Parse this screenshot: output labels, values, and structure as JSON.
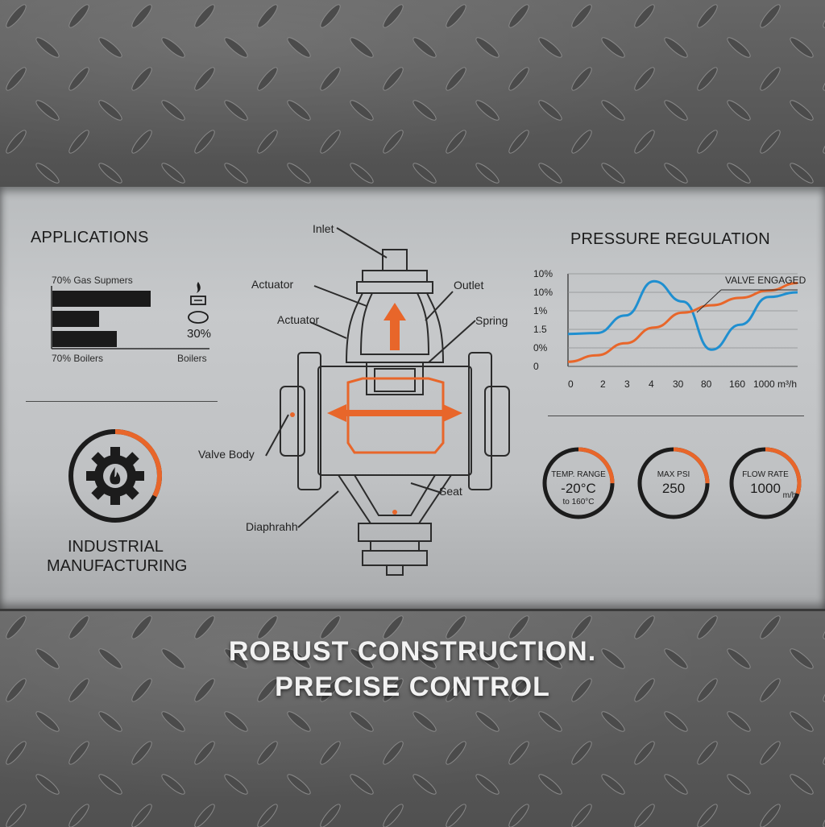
{
  "applications": {
    "title": "APPLICATIONS",
    "bar_top_label": "70% Gas Supmers",
    "bar_bottom_label": "70% Boilers",
    "percent": "30%",
    "boilers_label": "Boilers",
    "industry_line1": "INDUSTRIAL",
    "industry_line2": "MANUFACTURING"
  },
  "diagram": {
    "labels": {
      "inlet": "Inlet",
      "actuator1": "Actuator",
      "actuator2": "Actuator",
      "outlet": "Outlet",
      "spring": "Spring",
      "valve_body": "Valve Body",
      "seat": "Seat",
      "diaphragm": "Diaphrahh"
    },
    "colors": {
      "accent": "#e8662a",
      "line": "#2b2b2b"
    }
  },
  "pressure": {
    "title": "PRESSURE REGULATION",
    "annotation": "VALVE ENGAGED"
  },
  "chart_data": {
    "type": "line",
    "title": "PRESSURE REGULATION",
    "x_ticks": [
      "0",
      "2",
      "3",
      "4",
      "30",
      "80",
      "160",
      "1000 m³/h"
    ],
    "y_ticks": [
      "10%",
      "10%",
      "1%",
      "1.5",
      "0%",
      "0"
    ],
    "series": [
      {
        "color": "#1f8fd0",
        "values": [
          0.35,
          0.36,
          0.55,
          0.92,
          0.7,
          0.18,
          0.45,
          0.75,
          0.8
        ]
      },
      {
        "color": "#e8662a",
        "values": [
          0.05,
          0.12,
          0.25,
          0.42,
          0.58,
          0.66,
          0.74,
          0.82,
          0.9
        ]
      }
    ],
    "annotation": "VALVE ENGAGED",
    "grid": true
  },
  "gauges": [
    {
      "title": "TEMP. RANGE",
      "value": "-20°C",
      "sub": "to 160°C",
      "fraction": 0.25
    },
    {
      "title": "MAX PSI",
      "value": "250",
      "sub": "",
      "fraction": 0.25
    },
    {
      "title": "FLOW RATE",
      "value": "1000",
      "sub": "m/h",
      "fraction": 0.3
    }
  ],
  "headline": {
    "line1": "ROBUST CONSTRUCTION.",
    "line2": "PRECISE CONTROL"
  }
}
